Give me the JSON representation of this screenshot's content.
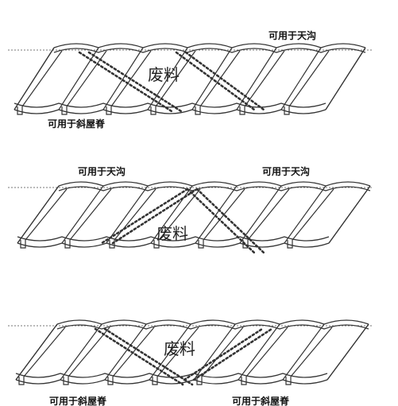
{
  "diagram": {
    "panels": [
      {
        "top_labels": [
          {
            "text": "可用于天沟"
          }
        ],
        "bottom_labels": [
          {
            "text": "可用于斜屋脊"
          }
        ],
        "waste_label": "废料"
      },
      {
        "top_labels": [
          {
            "text": "可用于天沟"
          },
          {
            "text": "可用于天沟"
          }
        ],
        "bottom_labels": [],
        "waste_label": "废料"
      },
      {
        "top_labels": [],
        "bottom_labels": [
          {
            "text": "可用于斜屋脊"
          },
          {
            "text": "可用于斜屋脊"
          }
        ],
        "waste_label": "废料"
      }
    ]
  }
}
